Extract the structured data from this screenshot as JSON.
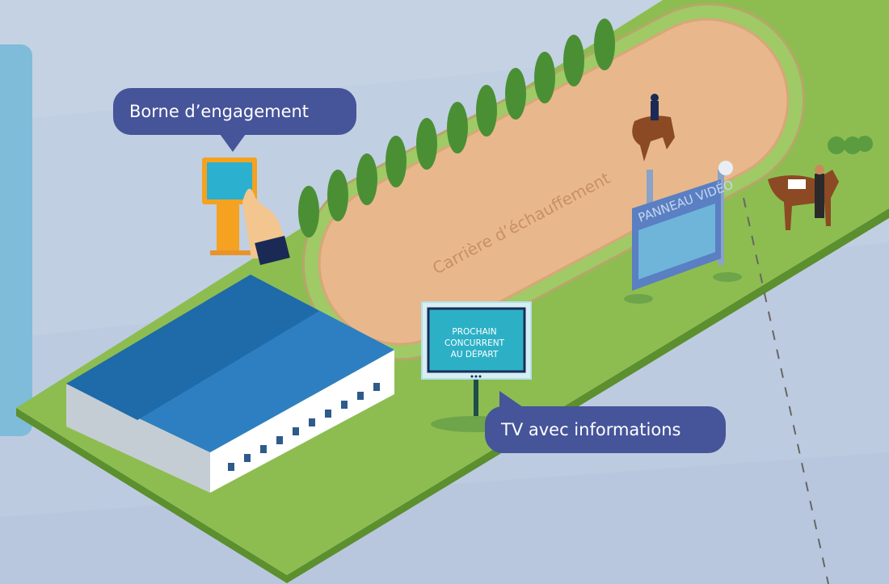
{
  "callouts": {
    "borne": "Borne d’engagement",
    "tv": "TV avec informations"
  },
  "arena_label": "Carrière d’échauffement",
  "video_board_label": "PANNEAU VIDÉO",
  "tv_screen": {
    "line1": "PROCHAIN",
    "line2": "CONCURRENT",
    "line3": "AU DÉPART"
  },
  "colors": {
    "sky": "#c1cfe2",
    "grass": "#8dbd50",
    "arena_sand": "#e8b88c",
    "callout": "#46549a",
    "roof": "#2d7fc1"
  }
}
